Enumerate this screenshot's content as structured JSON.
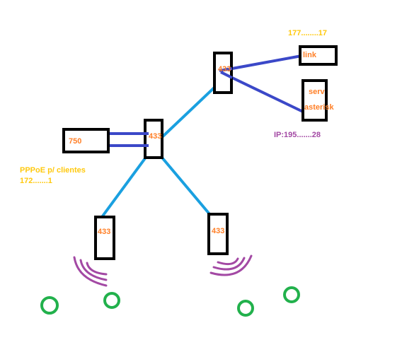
{
  "labels": {
    "router_750": "750",
    "node_top": "433",
    "node_middle": "433",
    "node_bottom_left": "433",
    "node_bottom_right": "433",
    "link_box": "link",
    "serv_line1": "serv",
    "serv_line2": "asterisk",
    "link_ip": "177........17",
    "serv_ip": "IP:195.......28",
    "pppoe_line1": "PPPoE p/ clientes",
    "pppoe_line2": "172.......1"
  },
  "colors": {
    "box_stroke": "#000000",
    "wire_cable": "#3b48c8",
    "wire_wireless_link": "#1aa0e0",
    "node_text": "#ff7f27",
    "ip_text_yellow": "#ffc90e",
    "ip_text_purple": "#a349a4",
    "signal_waves": "#a349a4",
    "client_circles": "#22b14c"
  }
}
